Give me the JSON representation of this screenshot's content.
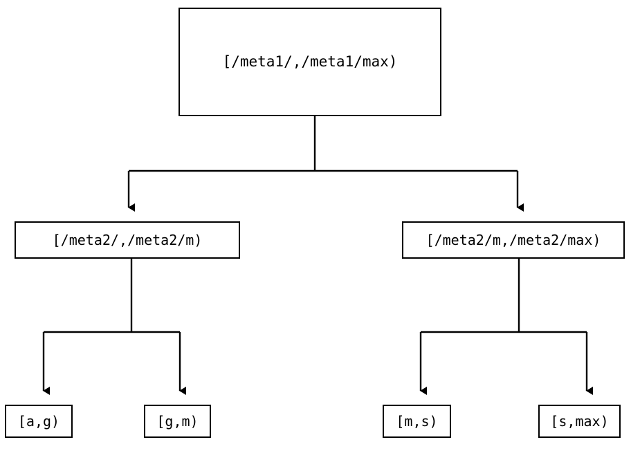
{
  "diagram": {
    "type": "tree",
    "orientation": "top-down",
    "levels": 3,
    "colors": {
      "background": "#ffffff",
      "stroke": "#000000",
      "node_fill": "#ffffff",
      "text": "#000000"
    },
    "nodes": {
      "root": {
        "id": "root",
        "label": "[/meta1/,/meta1/max)"
      },
      "level2": [
        {
          "id": "meta2-low",
          "label": "[/meta2/,/meta2/m)"
        },
        {
          "id": "meta2-high",
          "label": "[/meta2/m,/meta2/max)"
        }
      ],
      "leaves": [
        {
          "id": "leaf-a-g",
          "label": "[a,g)"
        },
        {
          "id": "leaf-g-m",
          "label": "[g,m)"
        },
        {
          "id": "leaf-m-s",
          "label": "[m,s)"
        },
        {
          "id": "leaf-s-max",
          "label": "[s,max)"
        }
      ]
    },
    "edges": [
      {
        "id": "edge-root-to-meta2-low",
        "from": "root",
        "to": "meta2-low",
        "arrowhead": "filled-triangle-down"
      },
      {
        "id": "edge-root-to-meta2-high",
        "from": "root",
        "to": "meta2-high",
        "arrowhead": "filled-triangle-down"
      },
      {
        "id": "edge-meta2-low-to-leaf-a-g",
        "from": "meta2-low",
        "to": "leaf-a-g",
        "arrowhead": "filled-triangle-down"
      },
      {
        "id": "edge-meta2-low-to-leaf-g-m",
        "from": "meta2-low",
        "to": "leaf-g-m",
        "arrowhead": "filled-triangle-down"
      },
      {
        "id": "edge-meta2-high-to-leaf-m-s",
        "from": "meta2-high",
        "to": "leaf-m-s",
        "arrowhead": "filled-triangle-down"
      },
      {
        "id": "edge-meta2-high-to-leaf-s-max",
        "from": "meta2-high",
        "to": "leaf-s-max",
        "arrowhead": "filled-triangle-down"
      }
    ]
  }
}
